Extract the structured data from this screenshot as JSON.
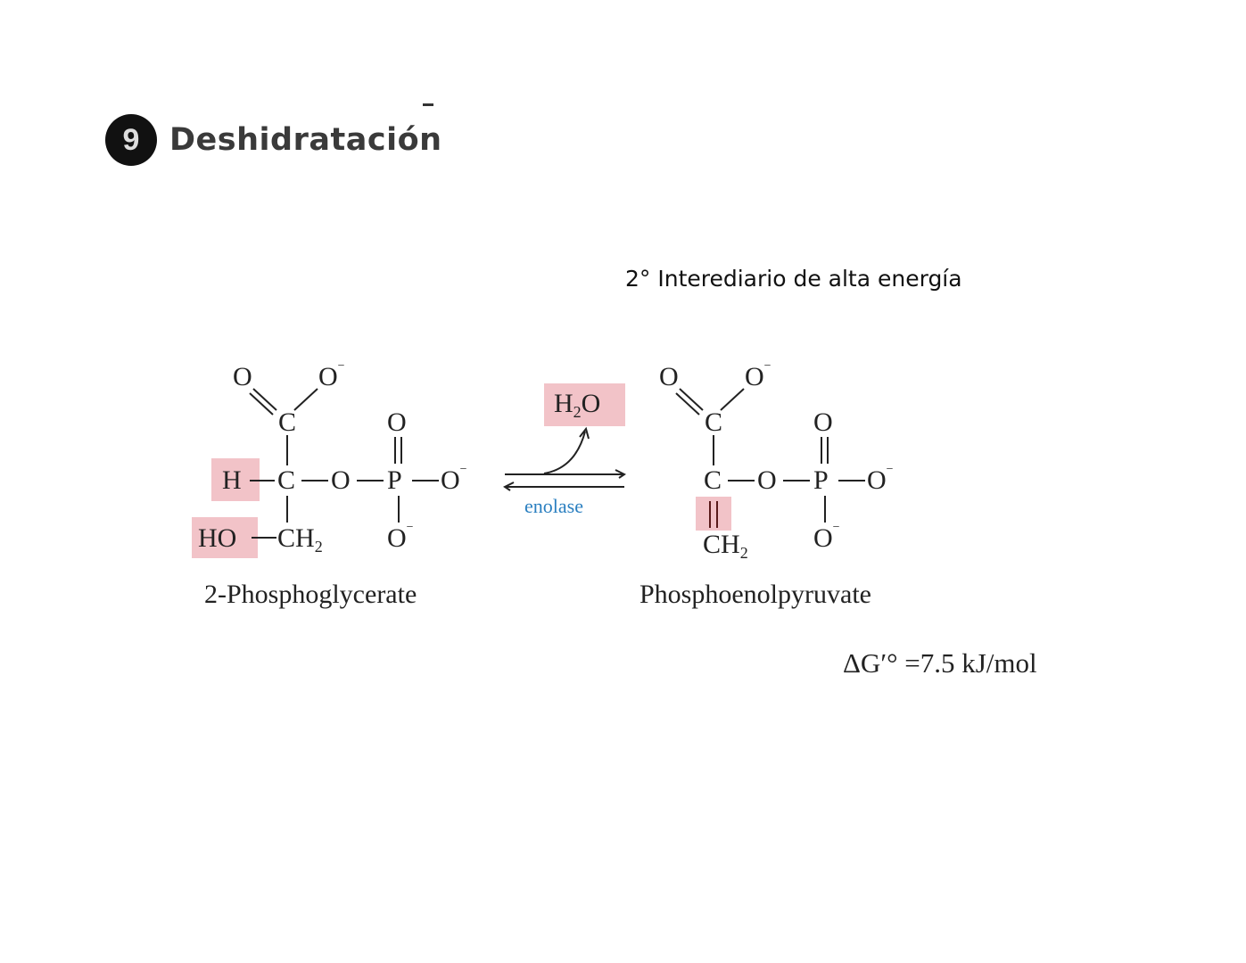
{
  "header": {
    "step_number": "9",
    "title": "Deshidratación",
    "subtitle": "2° Interediario de alta energía"
  },
  "reaction": {
    "substrate": {
      "name": "2-Phosphoglycerate",
      "atoms": {
        "o_top_left": "O",
        "o_top_right": "O",
        "c_carboxyl": "C",
        "h": "H",
        "c_central": "C",
        "o_bridge": "O",
        "p": "P",
        "o_p_right": "O",
        "o_p_top": "O",
        "o_p_bottom": "O",
        "ho": "HO",
        "ch2": "CH",
        "ch2_sub": "2",
        "charge": "−"
      }
    },
    "enzyme": "enolase",
    "byproduct": {
      "label": "H",
      "sub": "2",
      "label_end": "O"
    },
    "product": {
      "name": "Phosphoenolpyruvate",
      "atoms": {
        "o_top_left": "O",
        "o_top_right": "O",
        "c_carboxyl": "C",
        "c_central": "C",
        "o_bridge": "O",
        "p": "P",
        "o_p_right": "O",
        "o_p_top": "O",
        "o_p_bottom": "O",
        "ch2": "CH",
        "ch2_sub": "2",
        "charge": "−"
      }
    },
    "delta_g": "ΔG′° =7.5  kJ/mol"
  },
  "colors": {
    "highlight": "#f2c3c8",
    "enzyme_text": "#2a7fc0",
    "badge_bg": "#111111"
  }
}
